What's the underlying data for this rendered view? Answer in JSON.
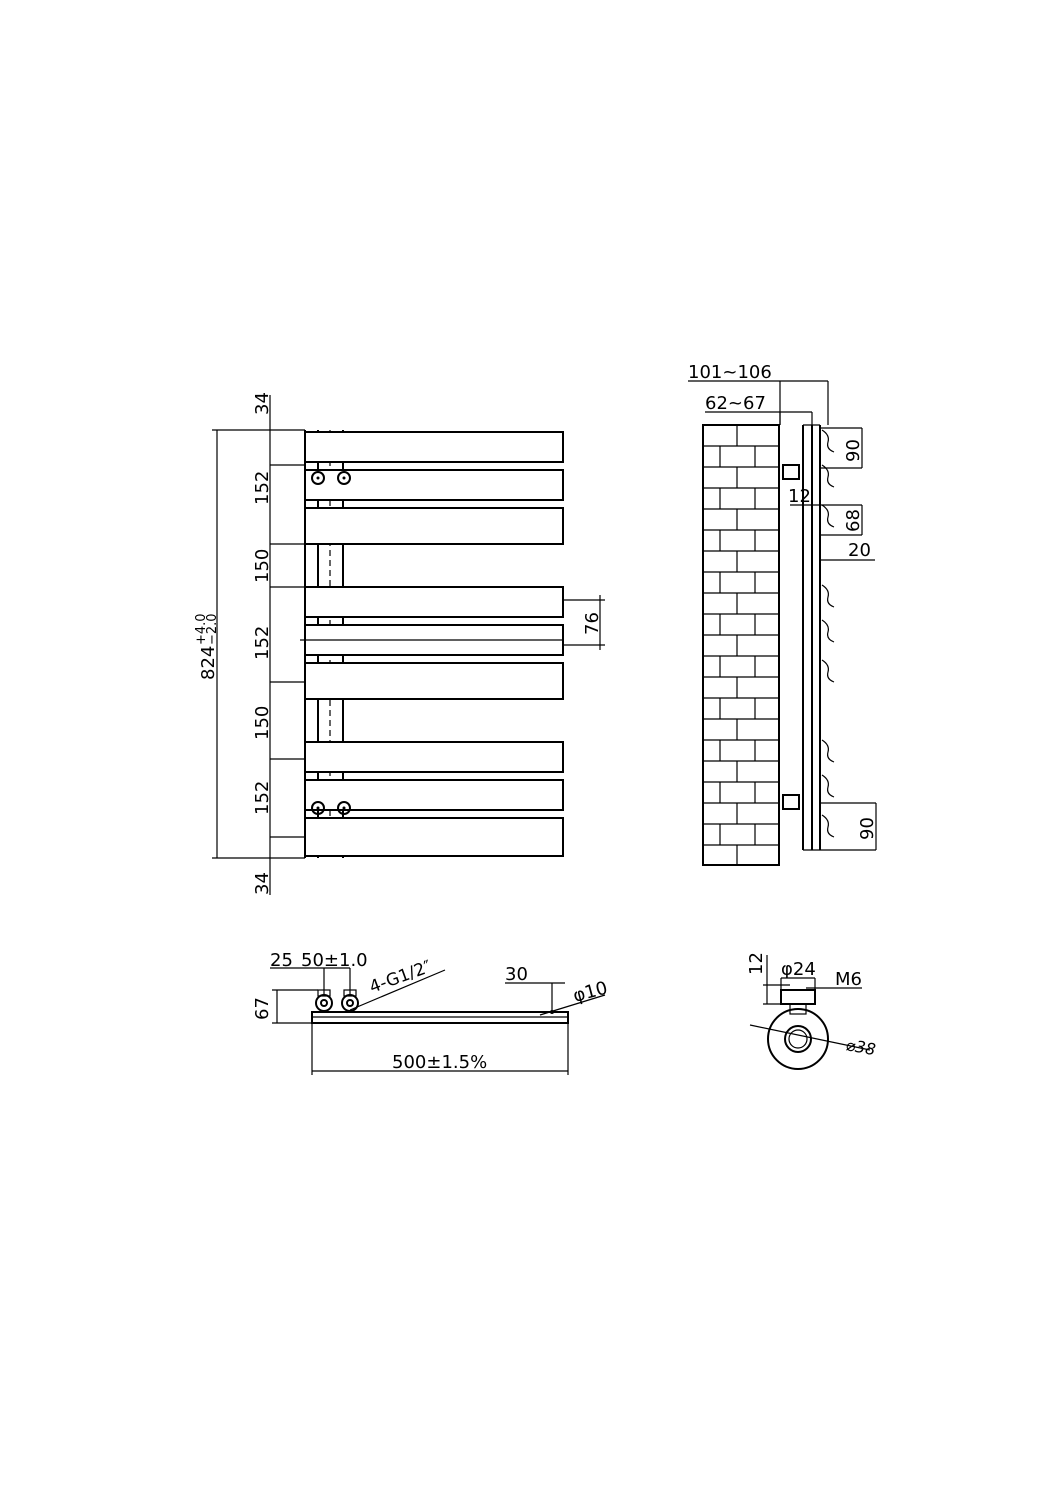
{
  "front_view": {
    "dims_left": [
      "34",
      "152",
      "150",
      "152",
      "150",
      "152",
      "34"
    ],
    "overall_height": "824",
    "overall_tol_plus": "+4.0",
    "overall_tol_minus": "−2.0",
    "bar_depth": "76"
  },
  "side_view": {
    "wall_distance_max": "101~106",
    "wall_distance_min": "62~67",
    "dims": [
      "90",
      "12",
      "68",
      "20",
      "90"
    ]
  },
  "bottom_view": {
    "dim_25": "25",
    "dim_50": "50±1.0",
    "connection": "4-G1/2″",
    "dim_30": "30",
    "dim_phi10": "φ10",
    "dim_67": "67",
    "width": "500±1.5%"
  },
  "bracket_detail": {
    "dim_12": "12",
    "dim_phi24": "φ24",
    "dim_m6": "M6",
    "dim_phi38": "⌀38"
  }
}
